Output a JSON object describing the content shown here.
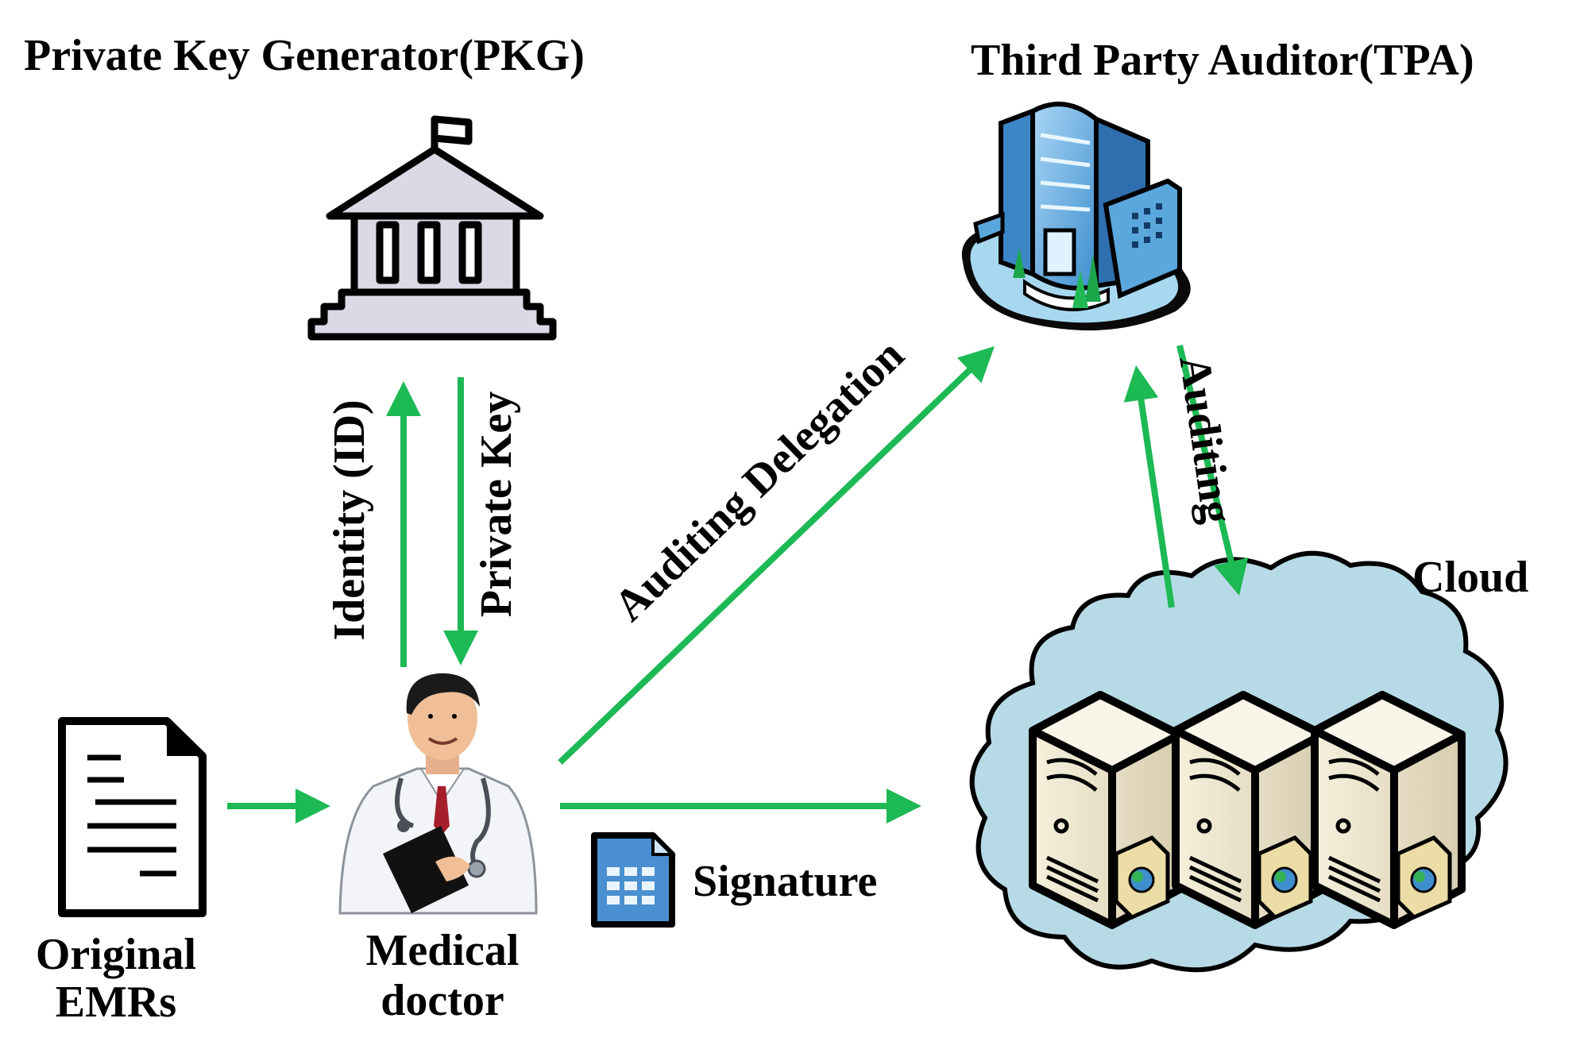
{
  "labels": {
    "pkg_title": "Private Key Generator(PKG)",
    "tpa_title": "Third Party Auditor(TPA)",
    "cloud_title": "Cloud",
    "identity": "Identity (ID)",
    "private_key": "Private Key",
    "auditing_delegation": "Auditing Delegation",
    "auditing": "Auditing",
    "signature": "Signature",
    "emrs_line1": "Original",
    "emrs_line2": "EMRs",
    "doctor_line1": "Medical",
    "doctor_line2": "doctor"
  },
  "colors": {
    "arrow": "#1db954",
    "cloud_fill": "#b7dbe6",
    "building_fill": "#dcd8e6",
    "server_fill": "#ece3cc",
    "tpa_blue": "#5aa7dc"
  },
  "icons": {
    "pkg": "government-building-icon",
    "tpa": "office-building-icon",
    "cloud": "cloud-servers-icon",
    "emrs": "document-icon",
    "doctor": "doctor-icon",
    "signature": "spreadsheet-file-icon"
  }
}
